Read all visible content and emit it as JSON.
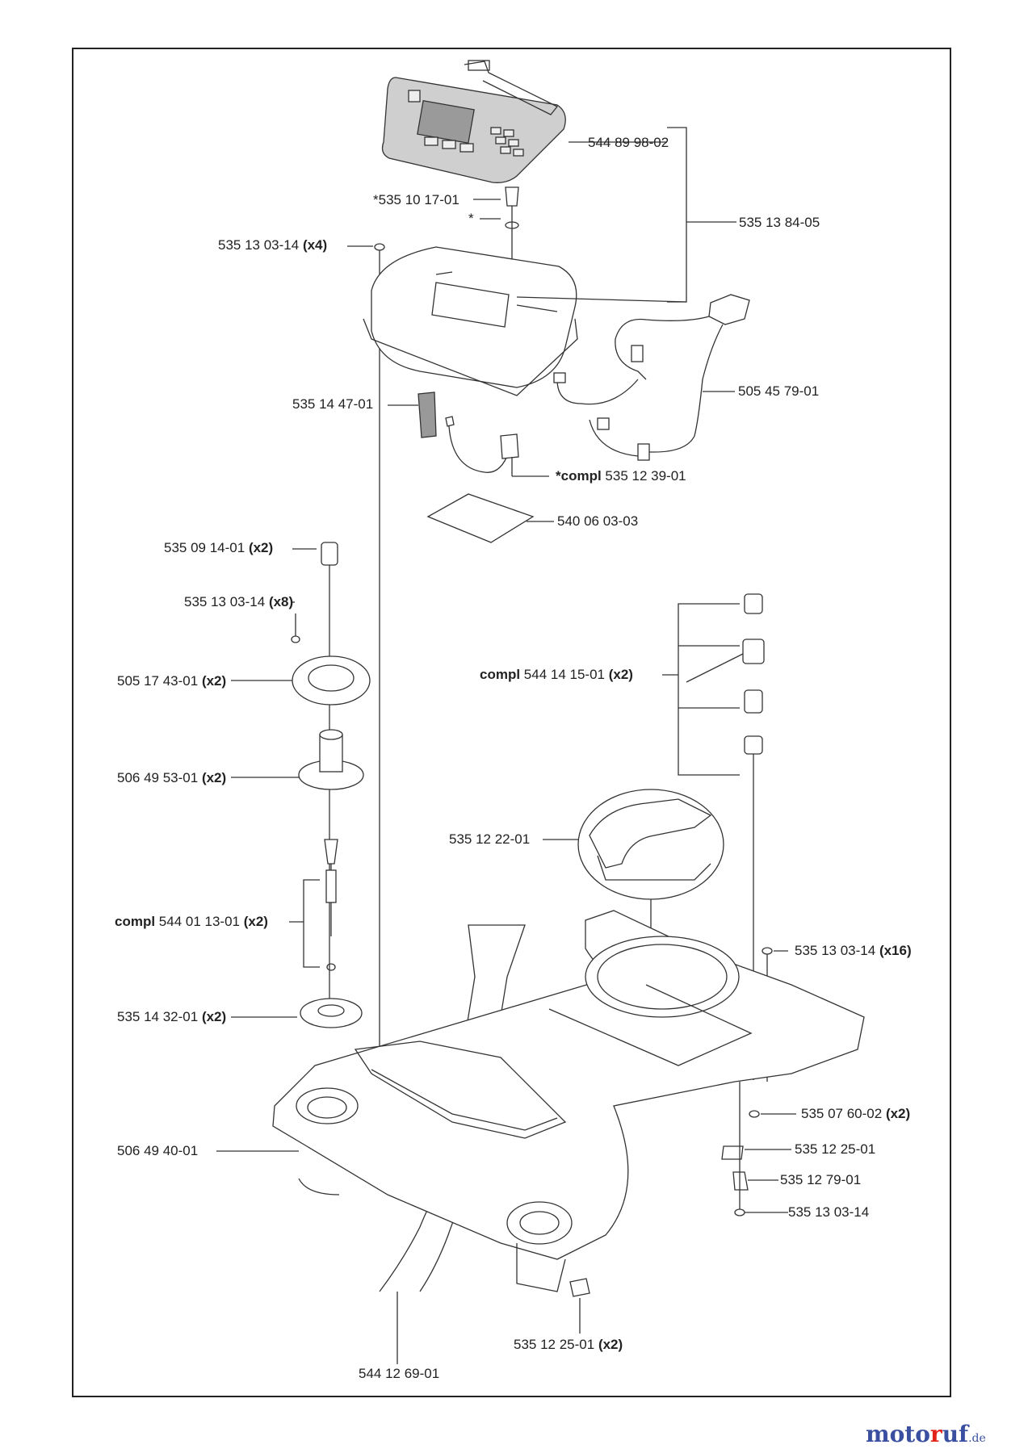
{
  "labels": {
    "p1": {
      "num": "544 89 98-02",
      "pre": "",
      "qty": ""
    },
    "p2": {
      "num": "*535 10 17-01",
      "pre": "",
      "qty": ""
    },
    "p3": {
      "num": "*",
      "pre": "",
      "qty": ""
    },
    "p4": {
      "num": "535 13 84-05",
      "pre": "",
      "qty": ""
    },
    "p5": {
      "num": "535 13 03-14",
      "pre": "",
      "qty": "(x4)"
    },
    "p6": {
      "num": "505 45 79-01",
      "pre": "",
      "qty": ""
    },
    "p7": {
      "num": "535 14 47-01",
      "pre": "",
      "qty": ""
    },
    "p8": {
      "num": "535 12 39-01",
      "pre": "*compl",
      "qty": ""
    },
    "p9": {
      "num": "540 06 03-03",
      "pre": "",
      "qty": ""
    },
    "p10": {
      "num": "535 09 14-01",
      "pre": "",
      "qty": "(x2)"
    },
    "p11": {
      "num": "535 13 03-14",
      "pre": "",
      "qty": "(x8)"
    },
    "p12": {
      "num": "505 17 43-01",
      "pre": "",
      "qty": "(x2)"
    },
    "p13": {
      "num": "544 14 15-01",
      "pre": "compl",
      "qty": "(x2)"
    },
    "p14": {
      "num": "506 49 53-01",
      "pre": "",
      "qty": "(x2)"
    },
    "p15": {
      "num": "535 12 22-01",
      "pre": "",
      "qty": ""
    },
    "p16": {
      "num": "544 01 13-01",
      "pre": "compl",
      "qty": "(x2)"
    },
    "p17": {
      "num": "535 13 03-14",
      "pre": "",
      "qty": "(x16)"
    },
    "p18": {
      "num": "535 14 32-01",
      "pre": "",
      "qty": "(x2)"
    },
    "p19": {
      "num": "535 07 60-02",
      "pre": "",
      "qty": "(x2)"
    },
    "p20": {
      "num": "506 49 40-01",
      "pre": "",
      "qty": ""
    },
    "p21": {
      "num": "535 12 25-01",
      "pre": "",
      "qty": ""
    },
    "p22": {
      "num": "535 12 79-01",
      "pre": "",
      "qty": ""
    },
    "p23": {
      "num": "535 13 03-14",
      "pre": "",
      "qty": ""
    },
    "p24": {
      "num": "535 12 25-01",
      "pre": "",
      "qty": "(x2)"
    },
    "p25": {
      "num": "544 12 69-01",
      "pre": "",
      "qty": ""
    }
  },
  "brand": {
    "part1": "moto",
    "part2": "r",
    "part3": "uf",
    "suffix": ".de"
  },
  "colors": {
    "line": "#333333",
    "panel": "#c8c8c8",
    "accent_blue": "#3b4fa0",
    "accent_red": "#e2231a"
  }
}
